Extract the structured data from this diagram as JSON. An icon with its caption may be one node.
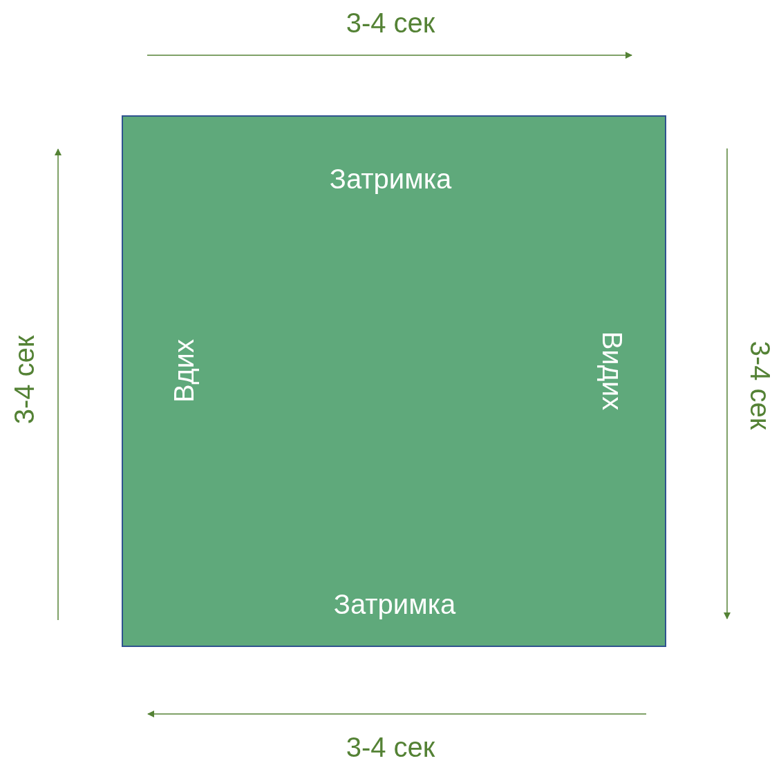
{
  "diagram": {
    "nodes": [
      {
        "text": [
          "Затримка",
          "Вдих",
          "Видих",
          "Затримка"
        ]
      }
    ],
    "labels": [
      "3-4 сек",
      "3-4 сек",
      "3-4 сек",
      "3-4 сек"
    ]
  }
}
